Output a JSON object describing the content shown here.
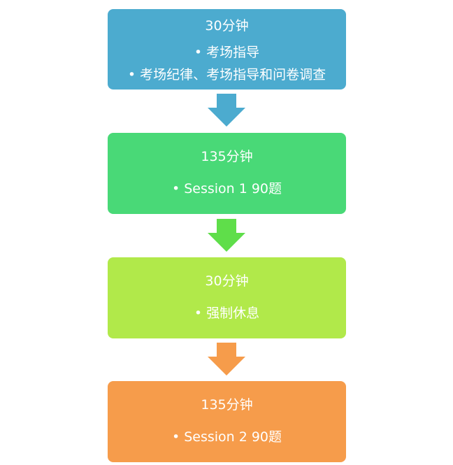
{
  "steps": [
    {
      "duration": "30分钟",
      "items": [
        "考场指导",
        "考场纪律、考场指导和问卷调查"
      ],
      "color": "#4cabcf"
    },
    {
      "duration": "135分钟",
      "items": [
        "Session 1   90题"
      ],
      "color": "#49d977"
    },
    {
      "duration": "30分钟",
      "items": [
        "强制休息"
      ],
      "color": "#b1e94a"
    },
    {
      "duration": "135分钟",
      "items": [
        "Session 2  90题"
      ],
      "color": "#f69c4b"
    }
  ],
  "arrows": [
    {
      "color": "#4cabcf"
    },
    {
      "color": "#5fde4a"
    },
    {
      "color": "#f69c4b"
    }
  ],
  "bullet": "•"
}
